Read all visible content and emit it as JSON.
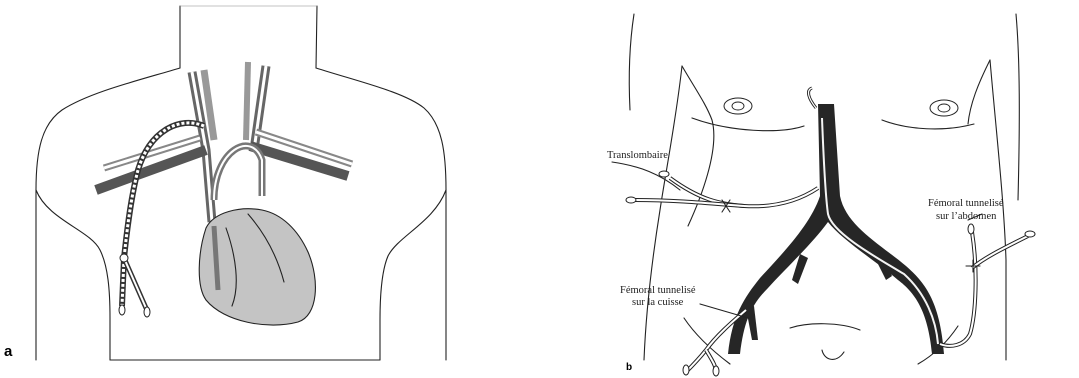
{
  "panel_a": {
    "letter": "a"
  },
  "panel_b": {
    "letter": "b",
    "labels": {
      "translombaire": "Translombaire",
      "femoral_abdomen_1": "Fémoral tunnelisé",
      "femoral_abdomen_2": "sur l’abdomen",
      "femoral_cuisse_1": "Fémoral tunnelisé",
      "femoral_cuisse_2": "sur la cuisse"
    }
  },
  "colors": {
    "outline": "#222222",
    "vessel_dark": "#555555",
    "vessel_light": "#999999",
    "heart_fill": "#c4c4c4",
    "vena_cava": "#262626",
    "catheter": "#ffffff"
  }
}
